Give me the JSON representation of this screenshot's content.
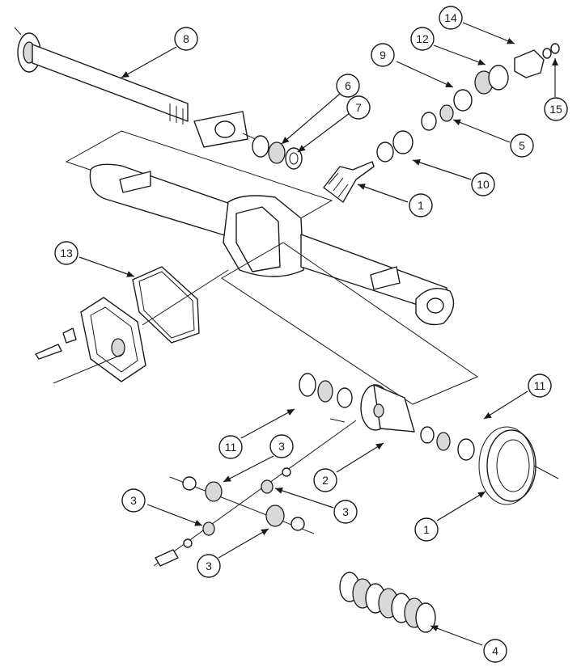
{
  "callouts": [
    {
      "id": "c8a",
      "label": "8"
    },
    {
      "id": "c6",
      "label": "6"
    },
    {
      "id": "c7",
      "label": "7"
    },
    {
      "id": "c14",
      "label": "14"
    },
    {
      "id": "c12",
      "label": "12"
    },
    {
      "id": "c9",
      "label": "9"
    },
    {
      "id": "c15",
      "label": "15"
    },
    {
      "id": "c5",
      "label": "5"
    },
    {
      "id": "c10",
      "label": "10"
    },
    {
      "id": "c1a",
      "label": "1"
    },
    {
      "id": "c13",
      "label": "13"
    },
    {
      "id": "c11a",
      "label": "11"
    },
    {
      "id": "c11b",
      "label": "11"
    },
    {
      "id": "c3a",
      "label": "3"
    },
    {
      "id": "c2",
      "label": "2"
    },
    {
      "id": "c3b",
      "label": "3"
    },
    {
      "id": "c3c",
      "label": "3"
    },
    {
      "id": "c1b",
      "label": "1"
    },
    {
      "id": "c3d",
      "label": "3"
    },
    {
      "id": "c4",
      "label": "4"
    }
  ],
  "colors": {
    "line": "#1a1a1a",
    "fill": "#ffffff",
    "shade": "#d9d9d9"
  }
}
